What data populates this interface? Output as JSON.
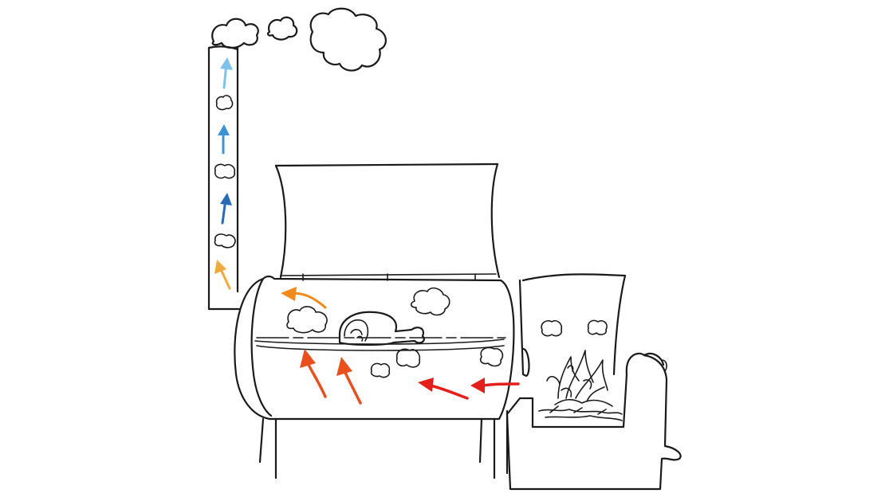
{
  "diagram": {
    "colors": {
      "outline": "#1a1a1a",
      "arrow_fire": "#e3201b",
      "arrow_hot": "#e8501e",
      "arrow_warm": "#f08a1c",
      "arrow_amber": "#f2a93b",
      "arrow_blue_dark": "#2a6bb8",
      "arrow_blue_mid": "#3b93d6",
      "arrow_blue_light": "#7cc2ec"
    },
    "parts": [
      "smoke-puff",
      "chimney-stack",
      "cooking-chamber",
      "open-lid",
      "meat",
      "firebox",
      "fire"
    ]
  }
}
